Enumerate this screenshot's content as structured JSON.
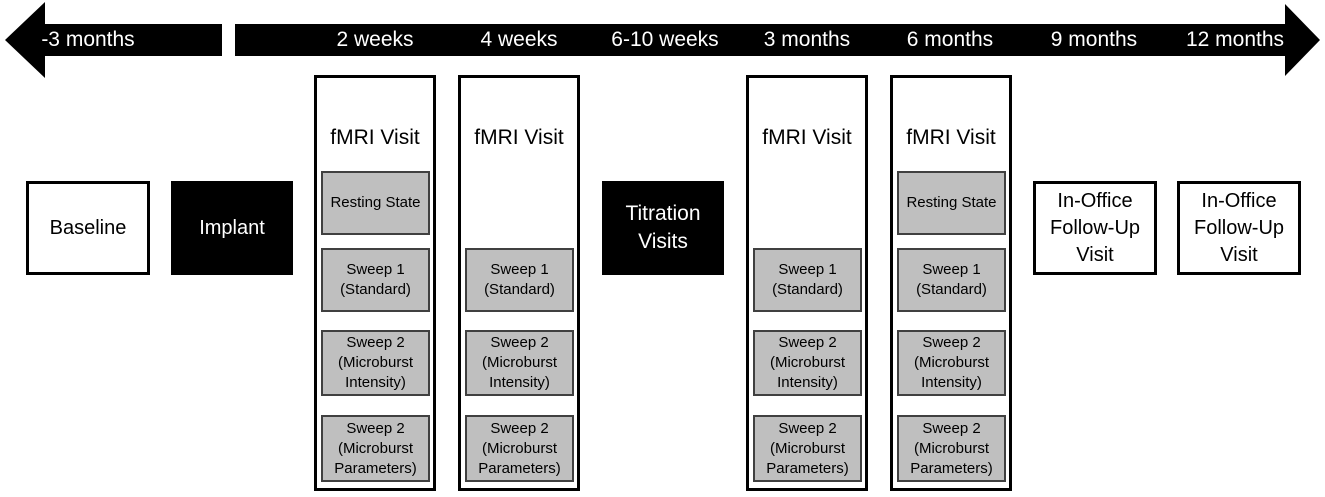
{
  "timeline": {
    "pre_label": "-3 months",
    "labels": [
      "2 weeks",
      "4 weeks",
      "6-10 weeks",
      "3 months",
      "6 months",
      "9 months",
      "12 months"
    ]
  },
  "boxes": {
    "baseline": "Baseline",
    "implant": "Implant",
    "titration": "Titration Visits",
    "followup_9": "In-Office Follow-Up Visit",
    "followup_12": "In-Office Follow-Up Visit"
  },
  "visits": [
    {
      "title": "fMRI Visit",
      "resting": "Resting State",
      "sweep1": "Sweep 1 (Standard)",
      "sweep2a": "Sweep 2 (Microburst Intensity)",
      "sweep2b": "Sweep 2 (Microburst Parameters)"
    },
    {
      "title": "fMRI Visit",
      "sweep1": "Sweep 1 (Standard)",
      "sweep2a": "Sweep 2 (Microburst Intensity)",
      "sweep2b": "Sweep 2 (Microburst Parameters)"
    },
    {
      "title": "fMRI Visit",
      "sweep1": "Sweep 1 (Standard)",
      "sweep2a": "Sweep 2 (Microburst Intensity)",
      "sweep2b": "Sweep 2 (Microburst Parameters)"
    },
    {
      "title": "fMRI Visit",
      "resting": "Resting State",
      "sweep1": "Sweep 1 (Standard)",
      "sweep2a": "Sweep 2 (Microburst Intensity)",
      "sweep2b": "Sweep 2 (Microburst Parameters)"
    }
  ],
  "colors": {
    "dark": "#000000",
    "sub_fill": "#bfbfbf",
    "sub_border": "#404040"
  }
}
